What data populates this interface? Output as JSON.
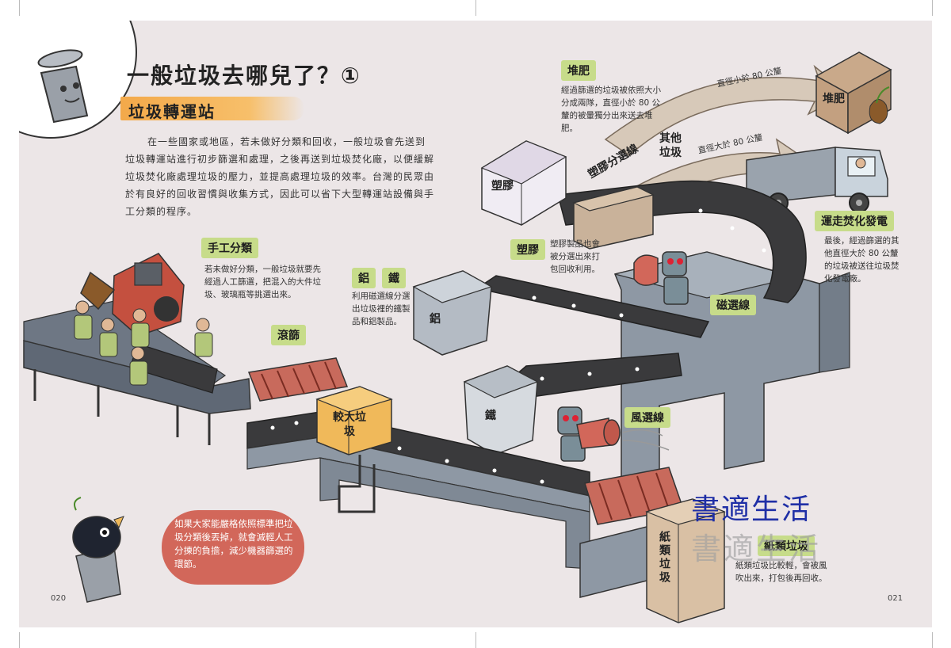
{
  "header": {
    "title": "一般垃圾去哪兒了？①",
    "subtitle": "垃圾轉運站"
  },
  "intro_text": "在一些國家或地區，若未做好分類和回收，一般垃圾會先送到垃圾轉運站進行初步篩選和處理，之後再送到垃圾焚化廠，以便緩解垃圾焚化廠處理垃圾的壓力，並提高處理垃圾的效率。台灣的民眾由於有良好的回收習慣與收集方式，因此可以省下大型轉運站設備與手工分類的程序。",
  "sections": {
    "manual": {
      "label": "手工分類",
      "text": "若未做好分類，一般垃圾就要先經過人工篩選，把混入的大件垃圾、玻璃瓶等挑選出來。"
    },
    "roller": {
      "label": "滾篩"
    },
    "aluminum": {
      "label_a": "鋁",
      "label_b": "鐵",
      "text": "利用磁選線分選出垃圾裡的鐵製品和鋁製品。"
    },
    "compost": {
      "label": "堆肥",
      "text": "經過篩選的垃圾被依照大小分成兩隊，直徑小於 80 公釐的被暈獨分出來送去堆肥。"
    },
    "plastic": {
      "label": "塑膠",
      "text": "塑膠製品也會被分選出來打包回收利用。"
    },
    "incinerate": {
      "label": "運走焚化發電",
      "text": "最後，經過篩選的其他直徑大於 80 公釐的垃圾被送往垃圾焚化發電廠。"
    },
    "magnetic": {
      "label": "磁選線"
    },
    "wind": {
      "label": "風選線"
    },
    "paper": {
      "label": "紙類垃圾",
      "text": "紙類垃圾比較輕，會被風吹出來，打包後再回收。"
    }
  },
  "scene_labels": {
    "large_waste": "較大垃圾",
    "plastic_line": "塑膠分選線",
    "other_waste": "其他垃圾",
    "small_arrow": "直徑小於 80 公釐",
    "large_arrow": "直徑大於 80 公釐",
    "compost_box": "堆肥",
    "plastic_bin": "塑膠",
    "aluminum_bin": "鋁",
    "iron_bin": "鐵",
    "paper_box": "紙類垃圾"
  },
  "bubble": "如果大家能嚴格依照標準把垃圾分類後丟掉，就會減輕人工分揀的負擔，減少機器篩選的環節。",
  "page_numbers": {
    "left": "020",
    "right": "021"
  },
  "watermark": "書適生活",
  "colors": {
    "page_bg": "#ece6e7",
    "tag_green": "#c7dc8a",
    "bubble_red": "#d2675a",
    "subtitle_orange": "#f3a94a",
    "machine_blue": "#8e98a4",
    "belt_dark": "#3a3a3c",
    "cardboard": "#d9c0a4"
  }
}
